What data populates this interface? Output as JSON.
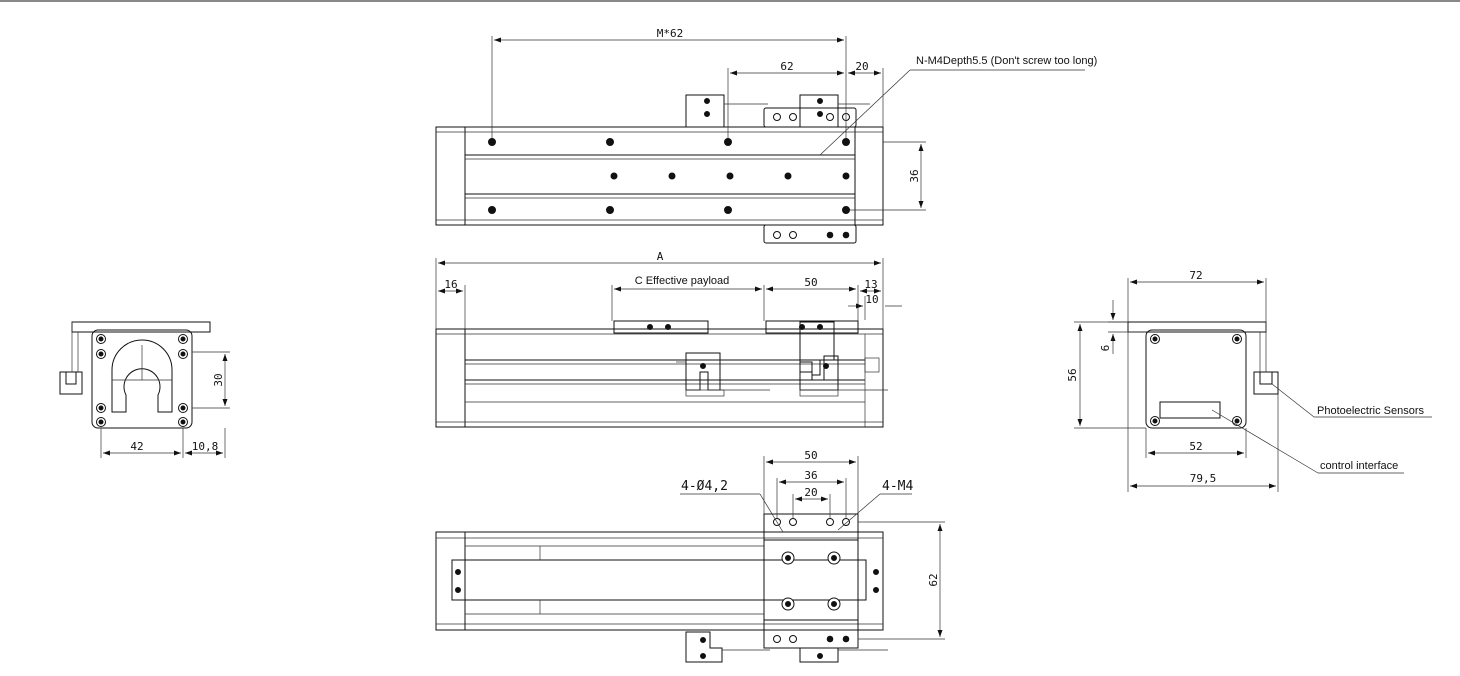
{
  "top_view": {
    "dim_pitch_total": "M*62",
    "dim_pitch": "62",
    "dim_end": "20",
    "dim_height": "36",
    "note_thread": "N-M4Depth5.5 (Don't screw too long)"
  },
  "side_view": {
    "dim_total": "A",
    "dim_left": "16",
    "dim_payload": "C Effective payload",
    "dim_block": "50",
    "dim_end": "13",
    "dim_end2": "10"
  },
  "bottom_view": {
    "dim_width": "50",
    "dim_holes": "36",
    "dim_inner": "20",
    "dim_height": "62",
    "label_holes": "4-Ø4,2",
    "label_threads": "4-M4"
  },
  "left_end_view": {
    "dim_height": "30",
    "dim_width": "42",
    "dim_offset": "10,8"
  },
  "right_end_view": {
    "dim_top": "72",
    "dim_small": "6",
    "dim_height": "56",
    "dim_base": "52",
    "dim_total": "79,5",
    "label_sensors": "Photoelectric Sensors",
    "label_interface": "control interface"
  }
}
